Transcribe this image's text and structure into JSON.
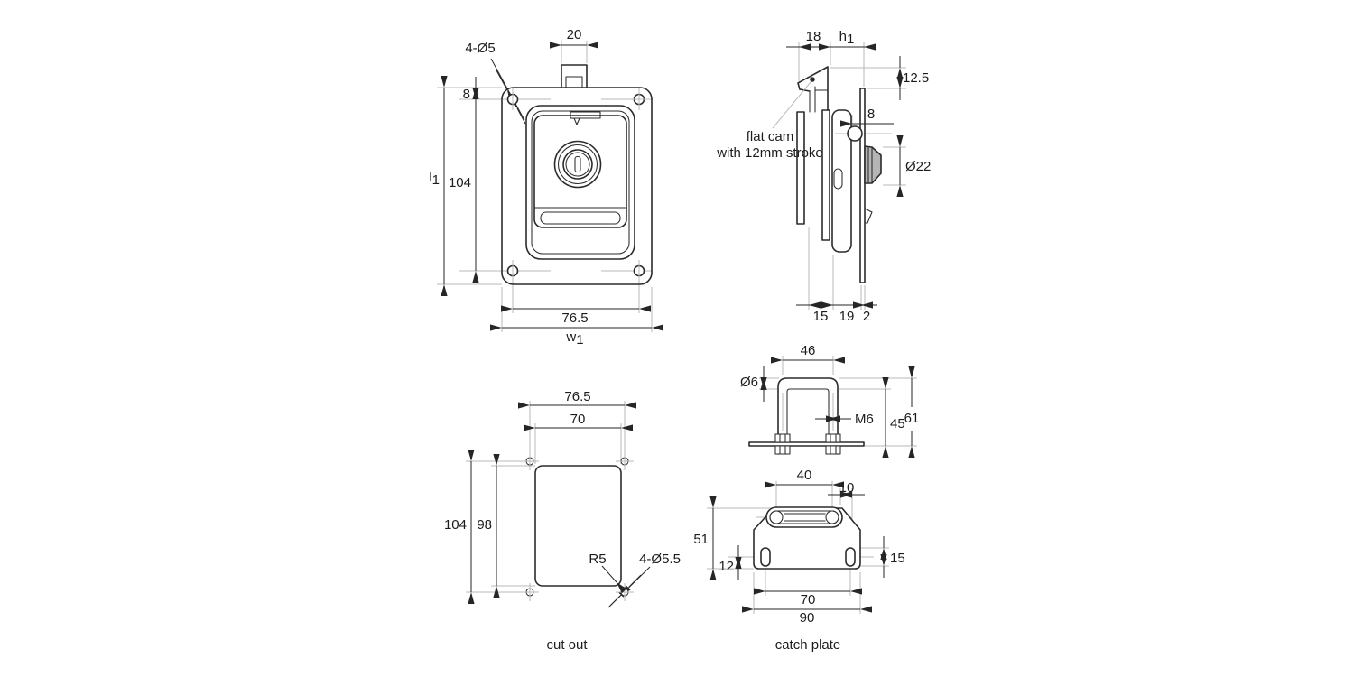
{
  "colors": {
    "line": "#2b2b2b",
    "extension": "#b9b9b9",
    "cam_fill": "#b5b5b5",
    "background": "#ffffff"
  },
  "front": {
    "tab_width": "20",
    "hole_callout": "4-Ø5",
    "edge_to_hole": "8",
    "length_ref": {
      "base": "l",
      "sub": "1"
    },
    "hole_pitch_vertical": "104",
    "hole_pitch_horizontal": "76.5",
    "width_ref": {
      "base": "w",
      "sub": "1"
    }
  },
  "side": {
    "cam_depth": "18",
    "handle_ref": {
      "base": "h",
      "sub": "1"
    },
    "cam_rise": "12.5",
    "face_offset": "8",
    "cam_diameter": "Ø22",
    "depth_body": "15",
    "depth_housing": "19",
    "panel_thickness": "2",
    "note_line1": "flat cam",
    "note_line2": "with 12mm stroke"
  },
  "cutout": {
    "label": "cut out",
    "hole_pitch_horizontal": "76.5",
    "opening_width": "70",
    "hole_pitch_vertical": "104",
    "opening_height": "98",
    "corner_radius": "R5",
    "hole_callout": "4-Ø5.5"
  },
  "catch": {
    "label": "catch plate",
    "ubolt_width": "46",
    "rod_diameter": "Ø6",
    "thread": "M6",
    "ubolt_inner_height": "45",
    "ubolt_height": "61",
    "slot_length": "40",
    "slot_to_edge": "10",
    "plate_height": "51",
    "hole_to_edge": "12",
    "slot_height": "15",
    "hole_pitch": "70",
    "plate_width": "90"
  }
}
